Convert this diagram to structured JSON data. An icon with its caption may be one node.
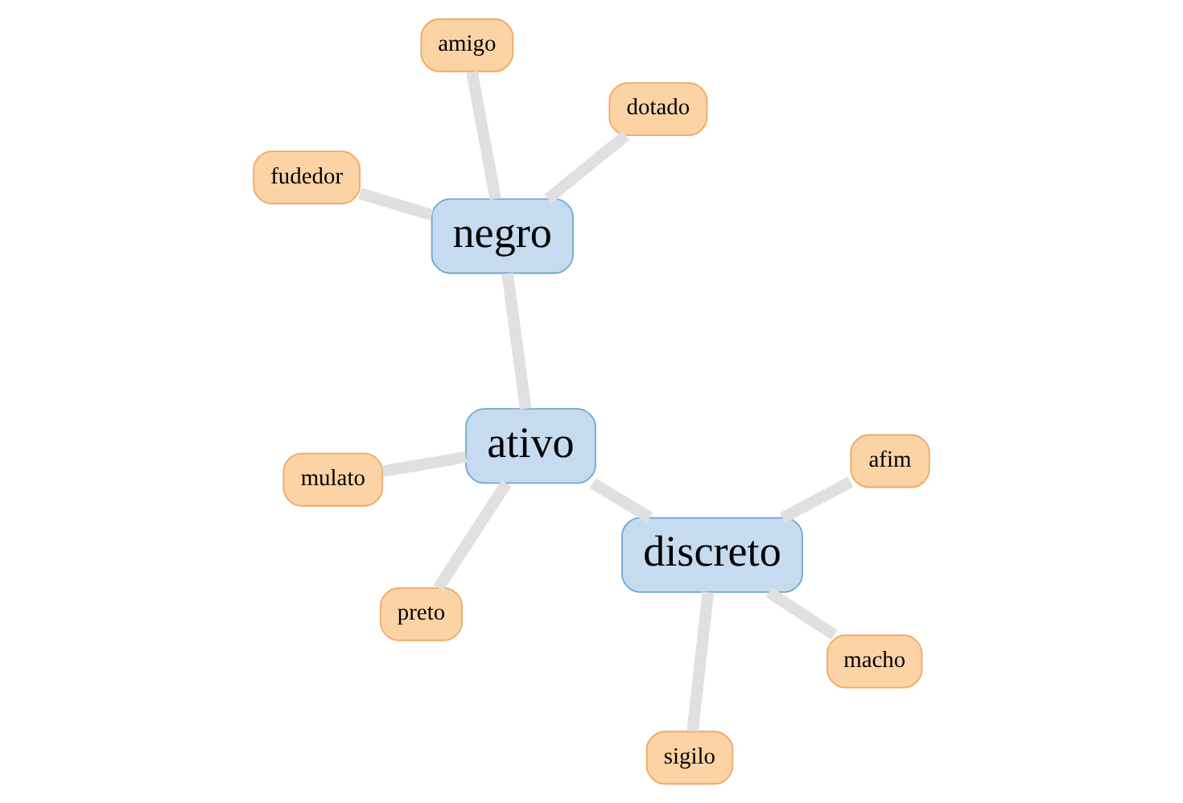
{
  "diagram": {
    "nodes": [
      {
        "text": [
          "negro"
        ]
      },
      {
        "text": [
          "ativo"
        ]
      },
      {
        "text": [
          "discreto"
        ]
      },
      {
        "text": [
          "fudedor"
        ]
      },
      {
        "text": [
          "dotado"
        ]
      },
      {
        "text": [
          "amigo"
        ]
      },
      {
        "text": [
          "preto"
        ]
      },
      {
        "text": [
          "macho"
        ]
      },
      {
        "text": [
          "mulato"
        ]
      },
      {
        "text": [
          "sigilo"
        ]
      },
      {
        "text": [
          "afim"
        ]
      }
    ],
    "edges": [
      {
        "from": 0,
        "to": 1,
        "arrow": "none"
      },
      {
        "from": 0,
        "to": 4,
        "arrow": "none"
      },
      {
        "from": 0,
        "to": 5,
        "arrow": "none"
      },
      {
        "from": 0,
        "to": 3,
        "arrow": "none"
      },
      {
        "from": 1,
        "to": 2,
        "arrow": "none"
      },
      {
        "from": 1,
        "to": 6,
        "arrow": "none"
      },
      {
        "from": 1,
        "to": 8,
        "arrow": "none"
      },
      {
        "from": 2,
        "to": 9,
        "arrow": "none"
      },
      {
        "from": 2,
        "to": 7,
        "arrow": "none"
      },
      {
        "from": 2,
        "to": 10,
        "arrow": "none"
      }
    ]
  }
}
